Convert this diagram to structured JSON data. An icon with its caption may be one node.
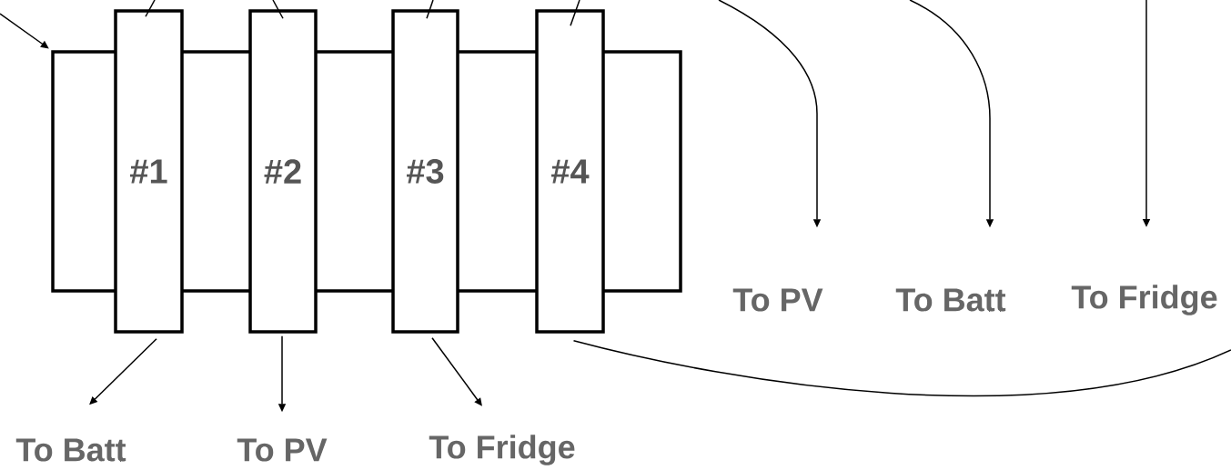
{
  "diagram": {
    "nodes": [
      {
        "text": [],
        "shape": "box"
      },
      {
        "text": [
          "#1"
        ]
      },
      {
        "text": [
          "#2"
        ]
      },
      {
        "text": [
          "#3"
        ]
      },
      {
        "text": [
          "#4"
        ]
      },
      {
        "text": [
          "To PV"
        ]
      },
      {
        "text": [
          "To Batt"
        ]
      },
      {
        "text": [
          "To Fridge"
        ]
      },
      {
        "text": [
          "To Batt"
        ]
      },
      {
        "text": [
          "To PV"
        ]
      },
      {
        "text": [
          "To Fridge"
        ]
      }
    ],
    "edges": [
      {
        "from": null,
        "to": 0,
        "arrow": "to"
      },
      {
        "from": 1,
        "to": null,
        "arrow": "none"
      },
      {
        "from": 2,
        "to": null,
        "arrow": "none"
      },
      {
        "from": 3,
        "to": null,
        "arrow": "none"
      },
      {
        "from": 4,
        "to": null,
        "arrow": "none"
      },
      {
        "from": null,
        "to": 5,
        "arrow": "to"
      },
      {
        "from": null,
        "to": 6,
        "arrow": "to"
      },
      {
        "from": null,
        "to": 7,
        "arrow": "to"
      },
      {
        "from": 1,
        "to": 8,
        "arrow": "to"
      },
      {
        "from": 2,
        "to": 9,
        "arrow": "to"
      },
      {
        "from": 3,
        "to": 10,
        "arrow": "to"
      },
      {
        "from": 4,
        "to": null,
        "arrow": "none"
      }
    ]
  }
}
